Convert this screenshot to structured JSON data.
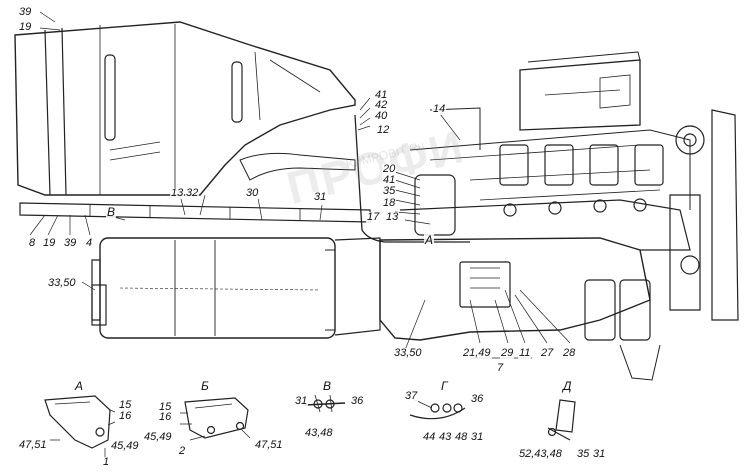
{
  "watermark": {
    "main": "ПРОФИ",
    "sub": "KPMPOBIT Ru"
  },
  "labels": {
    "l39a": "39",
    "l19a": "19",
    "l41": "41",
    "l42": "42",
    "l40": "40",
    "l12": "12",
    "l14": "14",
    "l20": "20",
    "l41b": "41",
    "l35": "35",
    "l18": "18",
    "l17": "17",
    "l13a": "13",
    "l13b": "13",
    "l32": "32",
    "l30": "30",
    "l31": "31",
    "lB": "В",
    "l8": "8",
    "l19b": "19",
    "l39b": "39",
    "l4": "4",
    "lA": "А",
    "l3350a": "33,50",
    "l3350b": "33,50",
    "l2149": "21,49",
    "l29": "29",
    "l11": "11",
    "l27": "27",
    "l28": "28",
    "l7": "7"
  },
  "details": {
    "A": {
      "title": "А",
      "l15": "15",
      "l16": "16",
      "l4751": "47,51",
      "l4549": "45,49",
      "l1": "1"
    },
    "B": {
      "title": "Б",
      "l15": "15",
      "l16": "16",
      "l4549": "45,49",
      "l2": "2",
      "l4751": "47,51"
    },
    "V": {
      "title": "В",
      "l31": "31",
      "l36": "36",
      "l4348": "43,48"
    },
    "G": {
      "title": "Г",
      "l37": "37",
      "l36": "36",
      "l44": "44",
      "l43": "43",
      "l48": "48",
      "l31": "31"
    },
    "D": {
      "title": "Д",
      "l524348": "52,43,48",
      "l35": "35",
      "l31": "31"
    }
  }
}
